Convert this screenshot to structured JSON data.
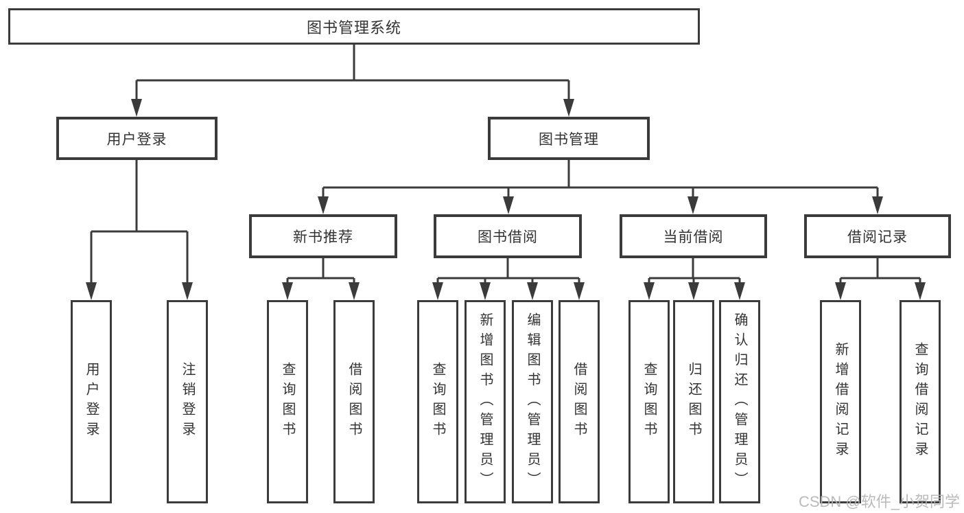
{
  "diagram": {
    "root": {
      "label": "图书管理系统"
    },
    "level2": [
      {
        "id": "user-login",
        "label": "用户登录"
      },
      {
        "id": "book-management",
        "label": "图书管理"
      }
    ],
    "level3": [
      {
        "id": "new-book-recommendation",
        "label": "新书推荐"
      },
      {
        "id": "book-borrowing",
        "label": "图书借阅"
      },
      {
        "id": "current-borrowing",
        "label": "当前借阅"
      },
      {
        "id": "borrowing-records",
        "label": "借阅记录"
      }
    ],
    "leaves": {
      "user_login": [
        "用户登录",
        "注销登录"
      ],
      "new_book": [
        "查询图书",
        "借阅图书"
      ],
      "book_borrow": [
        "查询图书",
        "新增图书（管理员）",
        "编辑图书（管理员）",
        "借阅图书"
      ],
      "current_borrow": [
        "查询图书",
        "归还图书",
        "确认归还（管理员）"
      ],
      "borrow_record": [
        "新增借阅记录",
        "查询借阅记录"
      ]
    }
  },
  "watermark": {
    "text": "CSDN @软件_小贺同学"
  },
  "colors": {
    "line": "#3b3b3b",
    "box_border": "#3b3b3b",
    "text": "#333333",
    "watermark": "#b3b3b3",
    "background": "#ffffff"
  }
}
